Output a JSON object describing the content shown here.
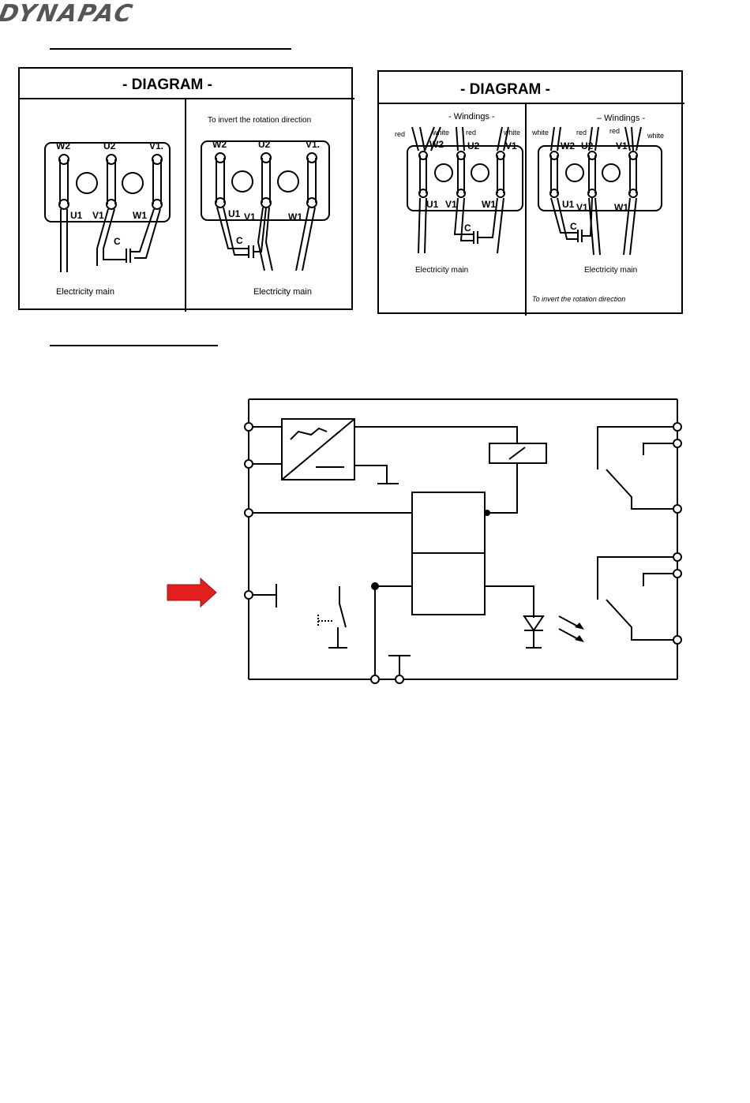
{
  "brand": {
    "logo_text": "DYNAPAC"
  },
  "diagram_left": {
    "title": "- DIAGRAM -",
    "subpanel_left": {
      "terminals_top": [
        "W2",
        "U2",
        "V1."
      ],
      "terminals_bottom": [
        "U1",
        "V1",
        "W1"
      ],
      "capacitor_label": "C",
      "caption": "Electricity main"
    },
    "subpanel_right": {
      "note": "To invert the rotation direction",
      "terminals_top": [
        "W2",
        "U2",
        "V1."
      ],
      "terminals_bottom": [
        "U1",
        "V1",
        "W1"
      ],
      "capacitor_label": "C",
      "caption": "Electricity main"
    }
  },
  "diagram_right": {
    "title": "- DIAGRAM -",
    "subpanel_left": {
      "windings_label": "- Windings -",
      "wire_colors": [
        "red",
        "white",
        "red",
        "white"
      ],
      "terminals_top": [
        "W2",
        "U2",
        "V1"
      ],
      "terminals_bottom": [
        "U1",
        "V1",
        "W1"
      ],
      "capacitor_label": "C",
      "caption": "Electricity main"
    },
    "subpanel_right": {
      "windings_label": "– Windings -",
      "wire_colors": [
        "white",
        "red",
        "red",
        "white"
      ],
      "terminals_top": [
        "W2",
        "U2",
        "V1"
      ],
      "terminals_bottom": [
        "U1",
        "V1",
        "W1"
      ],
      "capacitor_label": "C",
      "caption": "Electricity main",
      "note": "To invert the rotation direction"
    }
  },
  "colors": {
    "arrow": "#e31e1e",
    "ink": "#000000"
  }
}
